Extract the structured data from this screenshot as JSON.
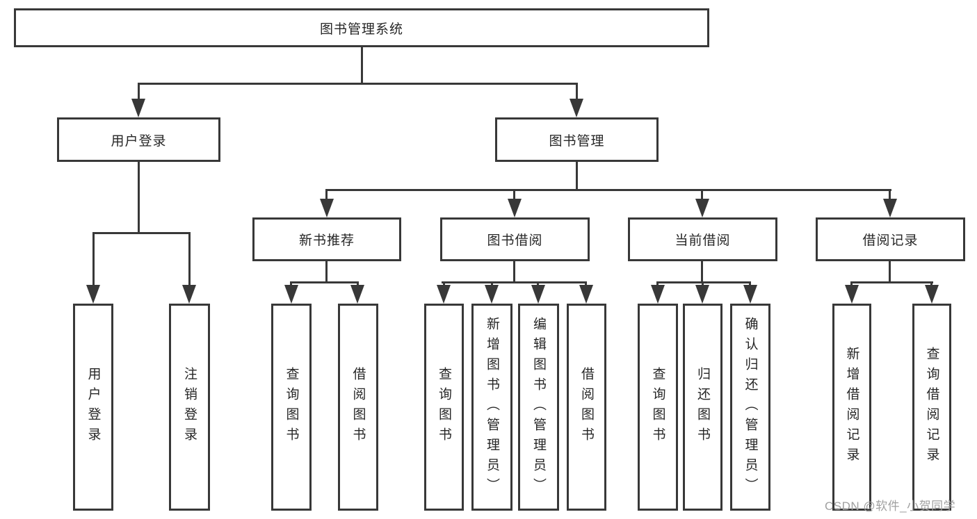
{
  "diagram": {
    "root": {
      "label": "图书管理系统"
    },
    "level2": [
      {
        "label": "用户登录"
      },
      {
        "label": "图书管理"
      }
    ],
    "level3": [
      {
        "label": "新书推荐",
        "parent": "图书管理"
      },
      {
        "label": "图书借阅",
        "parent": "图书管理"
      },
      {
        "label": "当前借阅",
        "parent": "图书管理"
      },
      {
        "label": "借阅记录",
        "parent": "图书管理"
      }
    ],
    "leaves": [
      {
        "label": "用户登录",
        "parent": "用户登录"
      },
      {
        "label": "注销登录",
        "parent": "用户登录"
      },
      {
        "label": "查询图书",
        "parent": "新书推荐"
      },
      {
        "label": "借阅图书",
        "parent": "新书推荐"
      },
      {
        "label": "查询图书",
        "parent": "图书借阅"
      },
      {
        "label": "新增图书（管理员）",
        "parent": "图书借阅"
      },
      {
        "label": "编辑图书（管理员）",
        "parent": "图书借阅"
      },
      {
        "label": "借阅图书",
        "parent": "图书借阅"
      },
      {
        "label": "查询图书",
        "parent": "当前借阅"
      },
      {
        "label": "归还图书",
        "parent": "当前借阅"
      },
      {
        "label": "确认归还（管理员）",
        "parent": "当前借阅"
      },
      {
        "label": "新增借阅记录",
        "parent": "借阅记录"
      },
      {
        "label": "查询借阅记录",
        "parent": "借阅记录"
      }
    ]
  },
  "watermark": {
    "text": "CSDN @软件_小贺同学"
  },
  "colors": {
    "line": "#383838",
    "text": "#262626",
    "watermark": "#a0a0a0",
    "background": "#ffffff"
  }
}
